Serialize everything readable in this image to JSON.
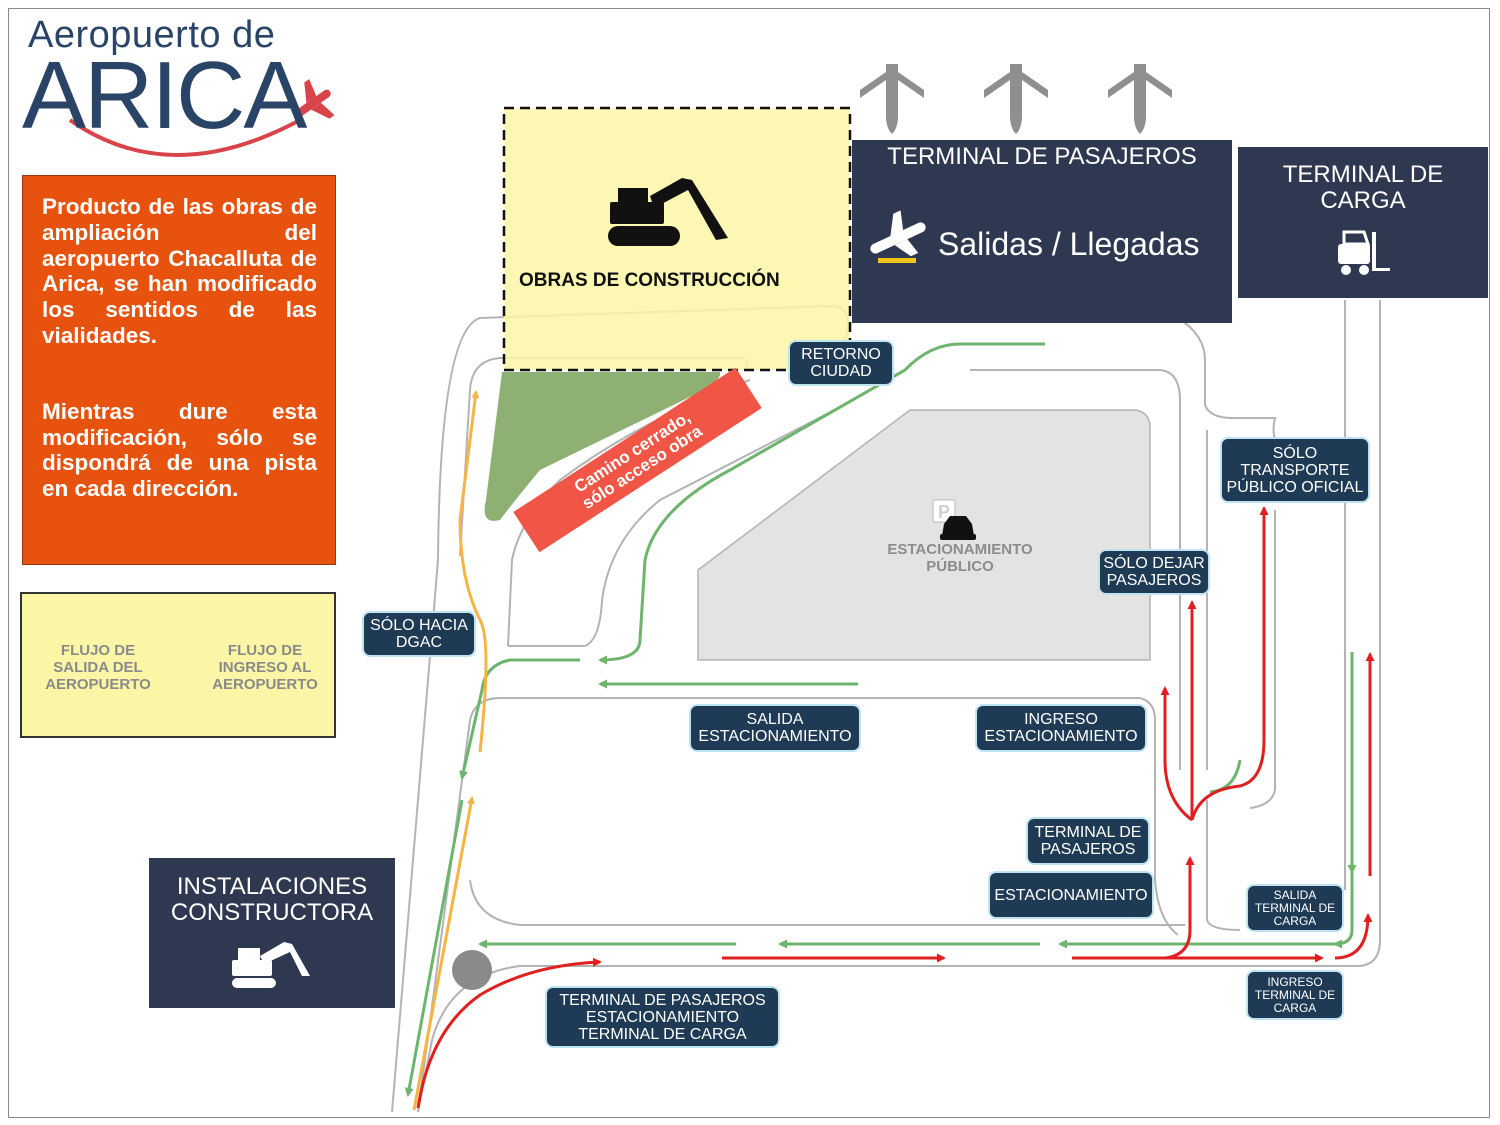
{
  "logo": {
    "line1": "Aeropuerto de",
    "line2": "ARICA"
  },
  "info": {
    "paragraph1": "Producto de las obras de ampliación del aeropuerto Chacalluta de Arica, se han modificado los sentidos de las vialidades.",
    "paragraph2": "Mientras dure esta modificación, sólo se dispondrá de una pista en cada dirección."
  },
  "legend": {
    "outflow": "FLUJO DE\nSALIDA DEL\nAEROPUERTO",
    "inflow": "FLUJO DE\nINGRESO AL\nAEROPUERTO"
  },
  "colors": {
    "outflow": "#6db56d",
    "inflow": "#e02020",
    "dgac": "#f5b443",
    "construction_zone": "#fbf6a6",
    "info_box": "#e8520f",
    "dark_panel": "#2e3850",
    "tag": "#1f3a54"
  },
  "buildings": {
    "passenger_terminal": {
      "title": "TERMINAL DE PASAJEROS",
      "subtitle": "Salidas / Llegadas"
    },
    "cargo_terminal": {
      "title": "TERMINAL DE\nCARGA"
    },
    "contractor": {
      "title": "INSTALACIONES\nCONSTRUCTORA"
    }
  },
  "construction": {
    "label": "OBRAS DE CONSTRUCCIÓN",
    "closed_road": "Camino cerrado,\nsólo acceso obra"
  },
  "parking": {
    "label": "ESTACIONAMIENTO\nPÚBLICO",
    "badge": "P"
  },
  "tags": {
    "retorno": "RETORNO\nCIUDAD",
    "solo_transporte": "SÓLO\nTRANSPORTE\nPÚBLICO OFICIAL",
    "solo_dejar": "SÓLO DEJAR\nPASAJEROS",
    "solo_dgac": "SÓLO HACIA\nDGAC",
    "salida_est": "SALIDA\nESTACIONAMIENTO",
    "ingreso_est": "INGRESO\nESTACIONAMIENTO",
    "terminal_pasajeros": "TERMINAL DE\nPASAJEROS",
    "estacionamiento": "ESTACIONAMIENTO",
    "salida_carga": "SALIDA\nTERMINAL DE\nCARGA",
    "ingreso_carga": "INGRESO\nTERMINAL DE\nCARGA",
    "bottom_destinations": "TERMINAL DE PASAJEROS\nESTACIONAMIENTO\nTERMINAL DE CARGA"
  },
  "icons": [
    "airplane-icon",
    "departure-icon",
    "forklift-icon",
    "excavator-icon",
    "car-icon",
    "parking-icon"
  ]
}
